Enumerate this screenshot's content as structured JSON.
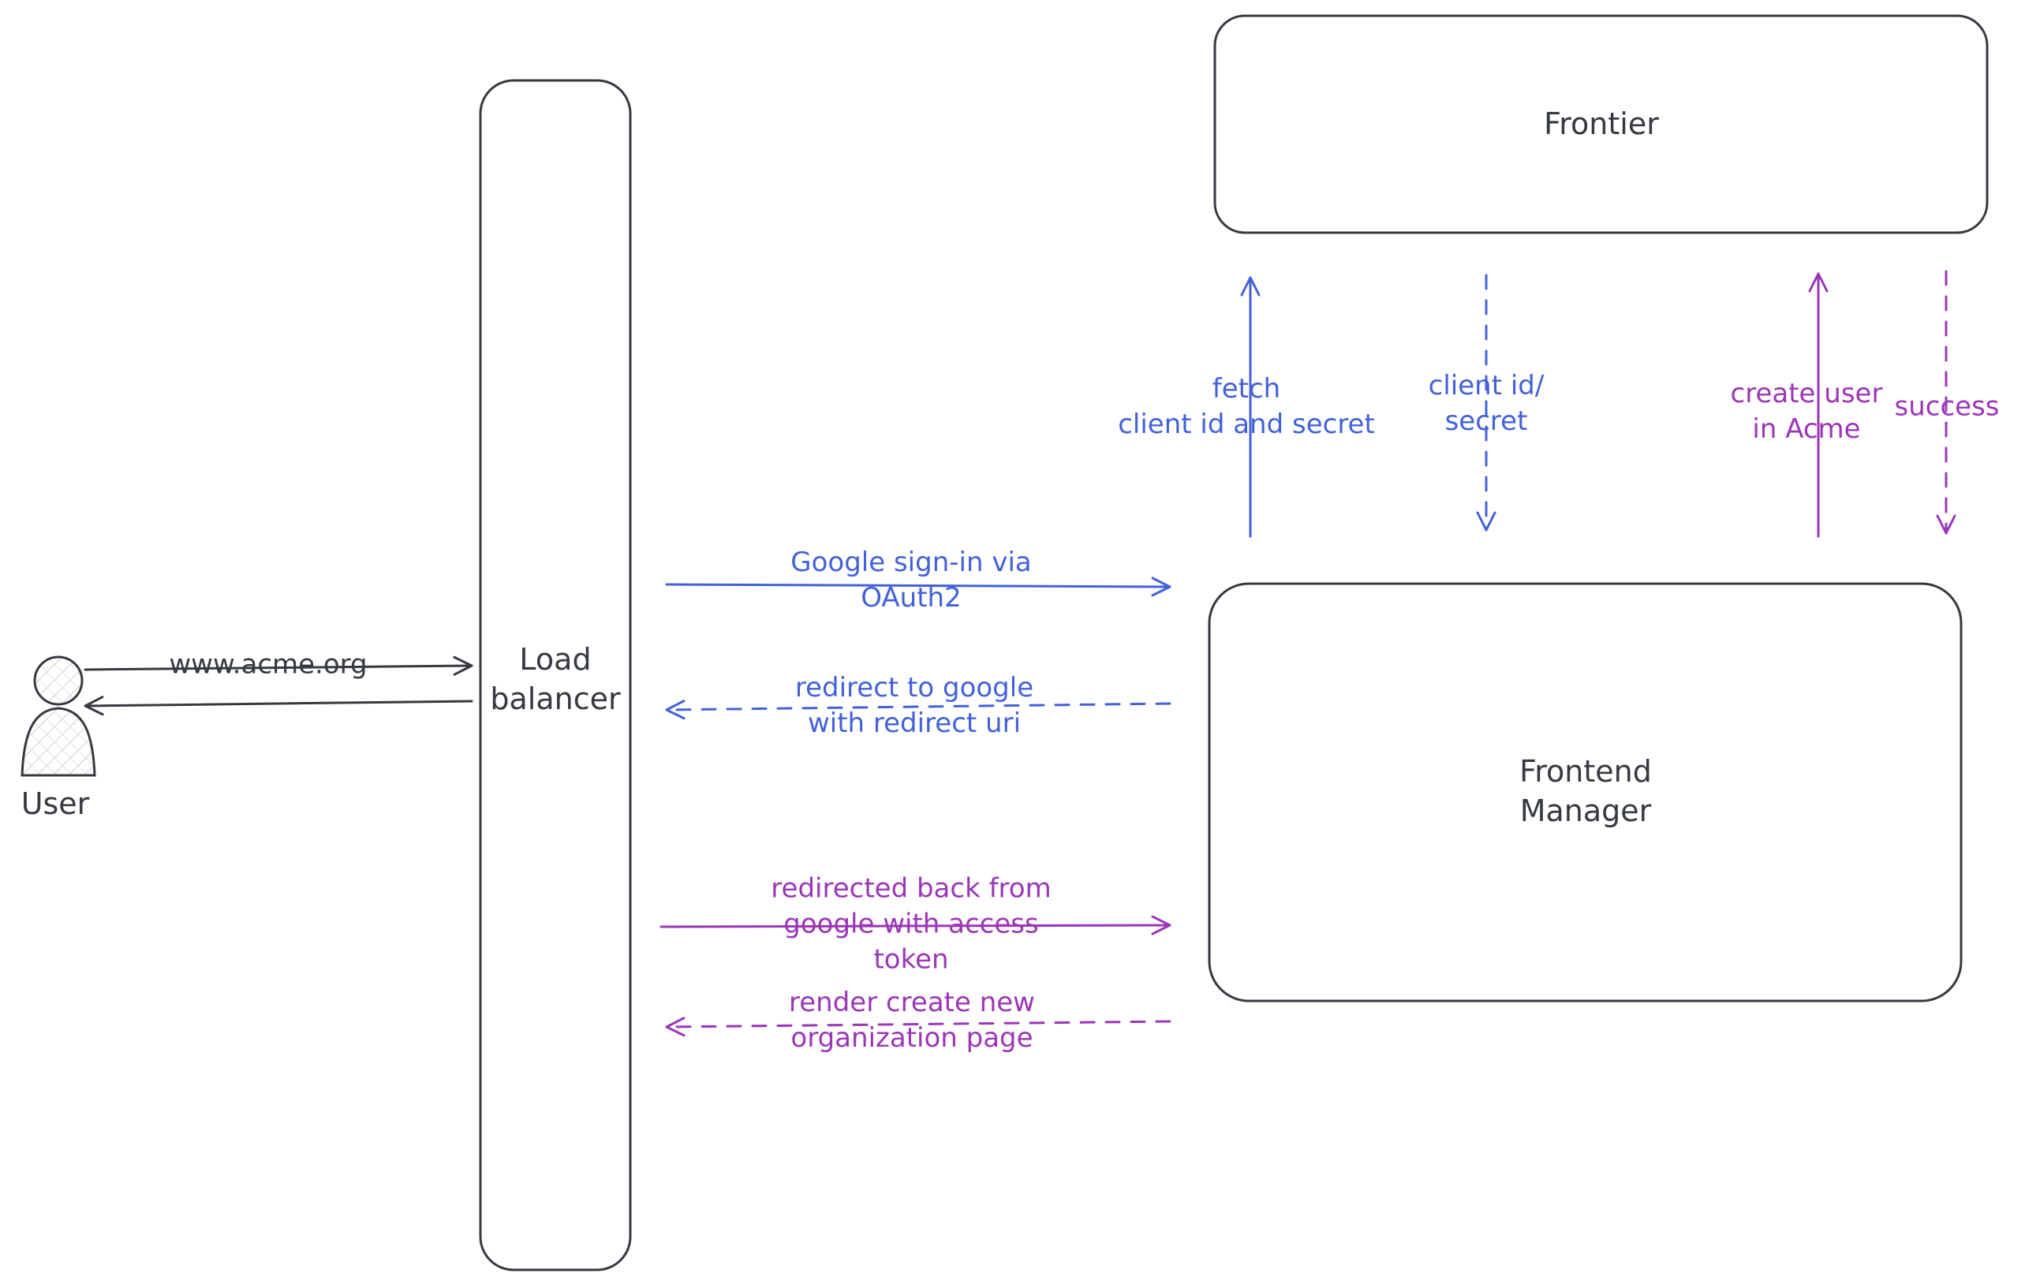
{
  "colors": {
    "ink": "#343a40",
    "blue": "#4361d8",
    "purple": "#9b36b7",
    "bg": "#ffffff"
  },
  "nodes": {
    "user": {
      "label": "User"
    },
    "load_balancer": {
      "lines": [
        "Load",
        "balancer"
      ]
    },
    "frontier": {
      "label": "Frontier"
    },
    "frontend_manager": {
      "lines": [
        "Frontend",
        "Manager"
      ]
    }
  },
  "edges": {
    "www_acme": {
      "label": "www.acme.org",
      "style": "solid",
      "color": "ink"
    },
    "google_signin": {
      "lines": [
        "Google sign-in via",
        "OAuth2"
      ],
      "style": "solid",
      "color": "blue"
    },
    "redirect_google": {
      "lines": [
        "redirect to google",
        "with redirect uri"
      ],
      "style": "dashed",
      "color": "blue"
    },
    "redirected_back": {
      "lines": [
        "redirected back from",
        "google with access",
        "token"
      ],
      "style": "solid",
      "color": "purple"
    },
    "render_page": {
      "lines": [
        "render create new",
        "organization page"
      ],
      "style": "dashed",
      "color": "purple"
    },
    "fetch_secret": {
      "lines": [
        "fetch",
        "client id and secret"
      ],
      "style": "solid",
      "color": "blue"
    },
    "client_id_secret": {
      "lines": [
        "client id/",
        "secret"
      ],
      "style": "dashed",
      "color": "blue"
    },
    "create_user": {
      "lines": [
        "create user",
        "in Acme"
      ],
      "style": "solid",
      "color": "purple"
    },
    "success": {
      "label": "success",
      "style": "dashed",
      "color": "purple"
    }
  }
}
